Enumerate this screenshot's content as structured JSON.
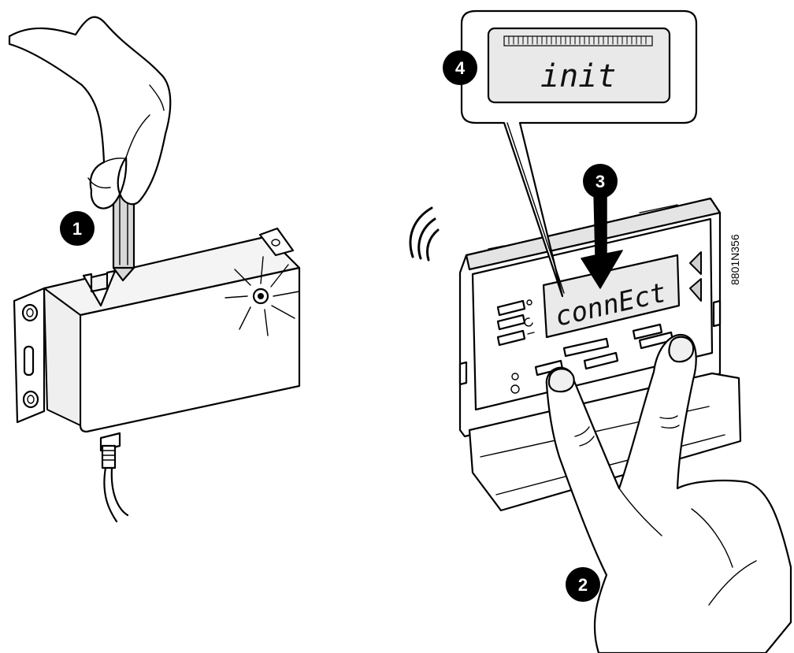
{
  "steps": [
    {
      "number": "1"
    },
    {
      "number": "2"
    },
    {
      "number": "3"
    },
    {
      "number": "4"
    }
  ],
  "display": {
    "main_text": "connEct",
    "zoom_text": "init"
  },
  "figure_code": "8801N356",
  "colors": {
    "line": "#000000",
    "background": "#ffffff",
    "shading": "#ececec",
    "badge": "#000000"
  }
}
